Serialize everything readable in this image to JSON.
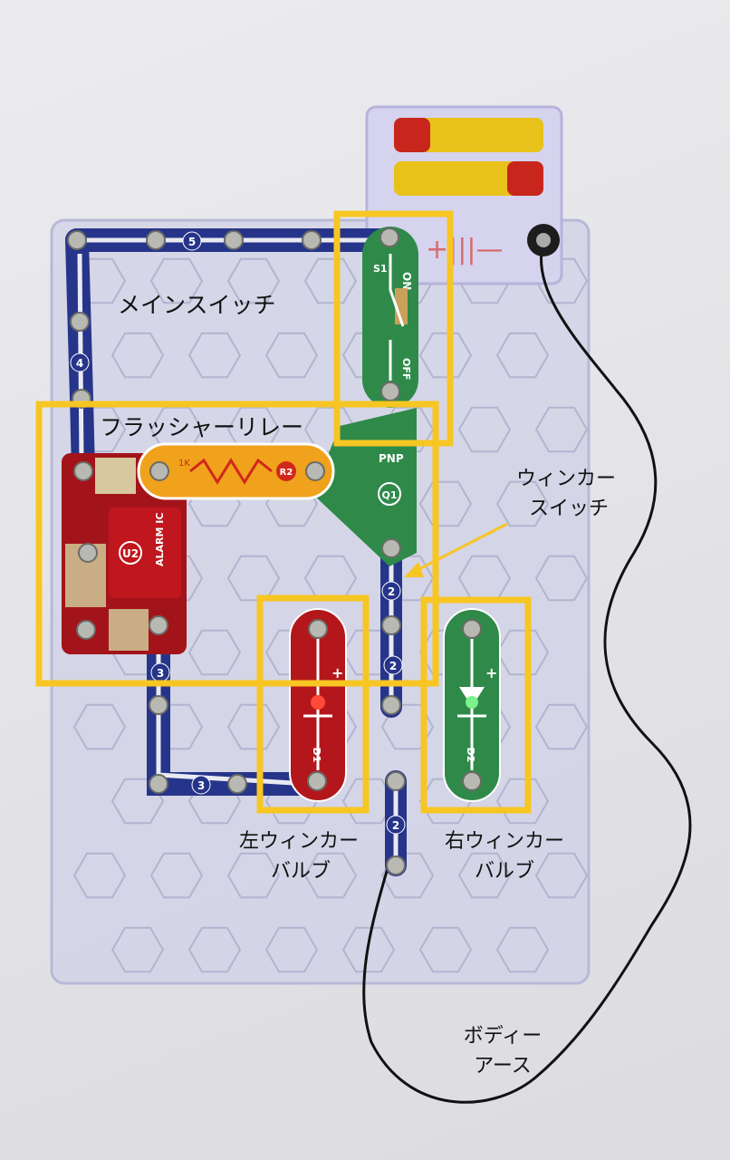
{
  "annotations": {
    "main_switch": "メインスイッチ",
    "flasher_relay": "フラッシャーリレー",
    "winker_switch": [
      "ウィンカー",
      "スイッチ"
    ],
    "left_bulb": [
      "左ウィンカー",
      "バルブ"
    ],
    "right_bulb": [
      "右ウィンカー",
      "バルブ"
    ],
    "body_ground": [
      "ボディー",
      "アース"
    ]
  },
  "components": {
    "switch": {
      "id": "S1",
      "on": "ON",
      "off": "OFF"
    },
    "resistor": {
      "value": "1K",
      "id": "R2"
    },
    "alarm_ic": {
      "id": "U2",
      "name": "ALARM IC"
    },
    "transistor": {
      "type": "PNP",
      "id": "Q1"
    },
    "left_led": {
      "id": "D1",
      "plus": "+"
    },
    "right_led": {
      "id": "D2",
      "plus": "+"
    },
    "wires": [
      "5",
      "4",
      "3",
      "3",
      "2",
      "2",
      "2"
    ]
  },
  "colors": {
    "highlight": "#f7c623",
    "snap_blue": "#26358a",
    "green": "#2f8a4a",
    "red": "#b3171b",
    "orange": "#f0a21c"
  }
}
